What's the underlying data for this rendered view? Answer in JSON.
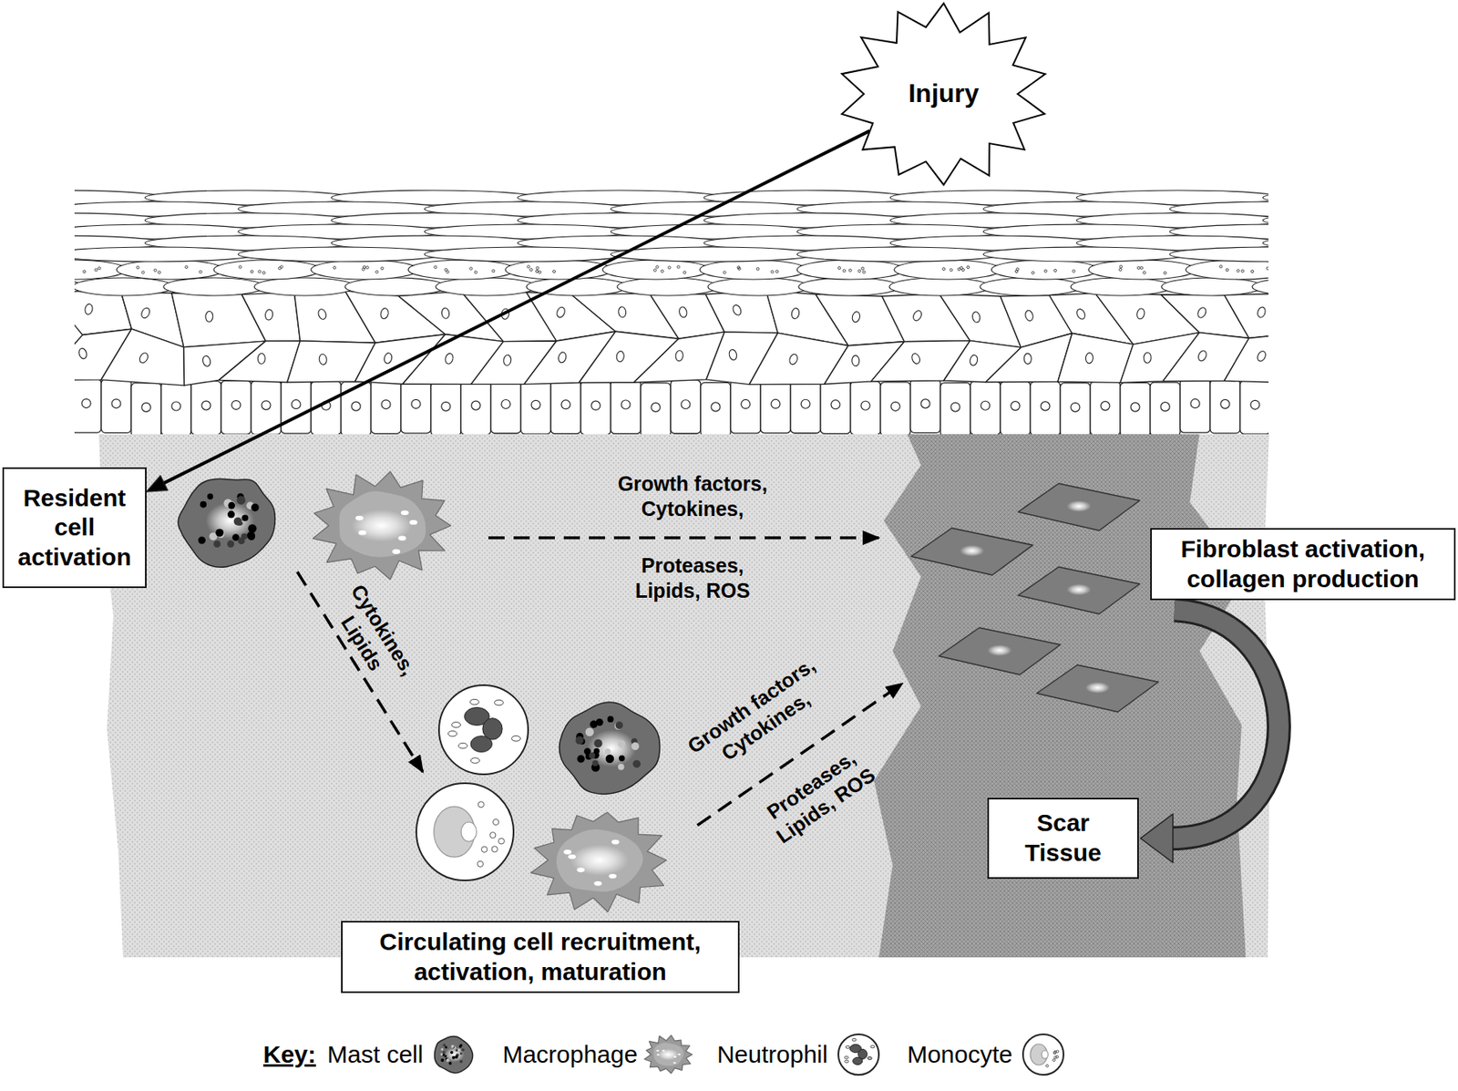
{
  "diagram": {
    "nodes": [
      {
        "text": [
          "Injury"
        ]
      },
      {
        "text": [
          "Resident cell activation"
        ]
      },
      {
        "text": [
          "Fibroblast activation, collagen production"
        ]
      },
      {
        "text": [
          "Scar Tissue"
        ]
      },
      {
        "text": [
          "Circulating cell recruitment, activation, maturation"
        ]
      }
    ],
    "edges": [
      {
        "from": 0,
        "to": 1,
        "arrow": "to"
      },
      {
        "from": 2,
        "to": 3,
        "arrow": "to"
      }
    ],
    "labels": [
      "Growth factors, Cytokines,",
      "Proteases, Lipids, ROS",
      "Cytokines, Lipids",
      "Growth factors, Cytokines,",
      "Proteases, Lipids, ROS",
      "Key:"
    ],
    "legend": [
      {
        "text": "Mast cell"
      },
      {
        "text": "Macrophage"
      },
      {
        "text": "Neutrophil"
      },
      {
        "text": "Monocyte"
      }
    ]
  }
}
